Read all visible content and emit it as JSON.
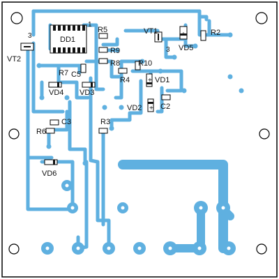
{
  "labels": {
    "dd1": "DD1",
    "pin1": "1",
    "vt1": "VT1",
    "vt1_pin3": "3",
    "vt2": "VT2",
    "vt2_pin3": "3",
    "r2": "R2",
    "r3": "R3",
    "r4": "R4",
    "r5": "R5",
    "r6": "R6",
    "r7": "R7",
    "r8": "R8",
    "r9": "R9",
    "r10": "R10",
    "c2": "C2",
    "c3": "C3",
    "c5": "C5",
    "vd1": "VD1",
    "vd2": "VD2",
    "vd3": "VD3",
    "vd4": "VD4",
    "vd5": "VD5",
    "vd6": "VD6",
    "plus": "+"
  },
  "colors": {
    "trace": "#5fb0e0",
    "pad": "#5fb0e0",
    "board_outline": "#000000",
    "hole": "#ffffff",
    "component_outline": "#000000",
    "text": "#111111"
  }
}
